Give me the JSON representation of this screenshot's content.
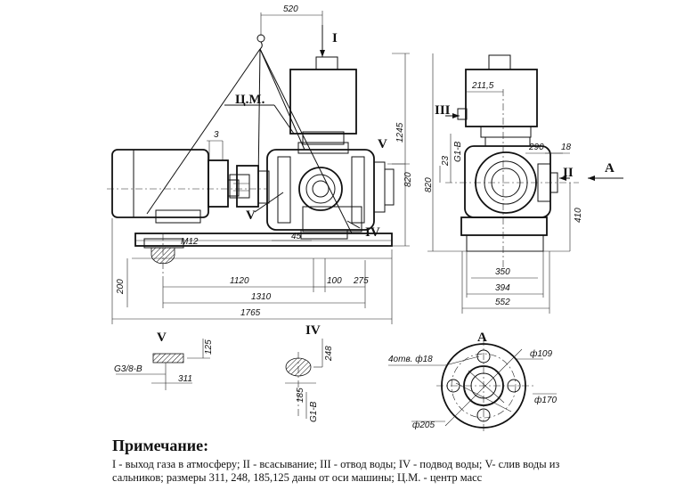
{
  "labels": {
    "view_I": "I",
    "view_II": "II",
    "view_III": "III",
    "view_IV": "IV",
    "view_V": "V",
    "view_A": "A",
    "cm": "Ц.М.",
    "m12": "M12",
    "section_V": "V",
    "section_IV": "IV",
    "section_A": "A"
  },
  "dimensions": {
    "d520": "520",
    "d1245": "1245",
    "d820": "820",
    "d3": "3",
    "d45": "45",
    "d1120": "1120",
    "d100": "100",
    "d275": "275",
    "d1310": "1310",
    "d1765": "1765",
    "d200": "200",
    "d2115": "211,5",
    "d290": "290",
    "d18": "18",
    "d23": "23",
    "dg1b": "G1-B",
    "d410": "410",
    "d350": "350",
    "d394": "394",
    "d552": "552",
    "v125": "125",
    "vg38": "G3/8-B",
    "v311": "311",
    "iv248": "248",
    "iv185": "185",
    "ivg1b": "G1-B",
    "a_holes": "4отв. ф18",
    "a109": "ф109",
    "a170": "ф170",
    "a205": "ф205"
  },
  "note": {
    "title": "Примечание:",
    "text": "I -  выход газа в атмосферу; II - всасывание; III - отвод воды; IV - подвод воды; V- слив воды из сальников; размеры 311, 248, 185,125  даны от оси машины; Ц.М. - центр масс"
  }
}
